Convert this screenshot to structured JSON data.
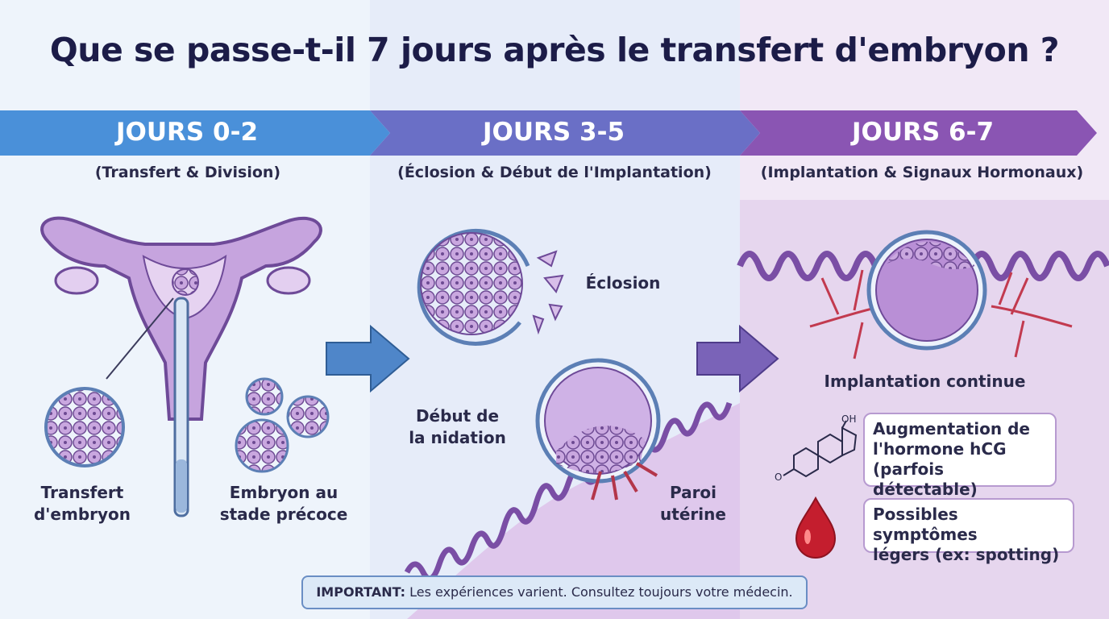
{
  "title": "Que se passe-t-il 7 jours après le transfert d'embryon ?",
  "phases": [
    {
      "label": "JOURS 0-2",
      "subtitle": "(Transfert & Division)",
      "color": "#4a90d9"
    },
    {
      "label": "JOURS 3-5",
      "subtitle": "(Éclosion & Début de l'Implantation)",
      "color": "#6a6fc6"
    },
    {
      "label": "JOURS 6-7",
      "subtitle": "(Implantation & Signaux Hormonaux)",
      "color": "#8a55b3"
    }
  ],
  "stage1": {
    "transfer_label": "Transfert\nd'embryon",
    "embryo_label": "Embryon au\nstade précoce"
  },
  "stage2": {
    "hatching_label": "Éclosion",
    "nidation_label": "Début de\nla nidation",
    "wall_label": "Paroi\nutérine"
  },
  "stage3": {
    "implant_label": "Implantation continue",
    "hcg_box": "Augmentation de\nl'hormone hCG\n(parfois détectable)",
    "symptoms_box": "Possibles symptômes\nlégers (ex: spotting)",
    "molecule_oh": "OH",
    "molecule_o": "O"
  },
  "footer": {
    "important_label": "IMPORTANT:",
    "important_text": " Les expériences varient. Consultez toujours votre médecin."
  }
}
